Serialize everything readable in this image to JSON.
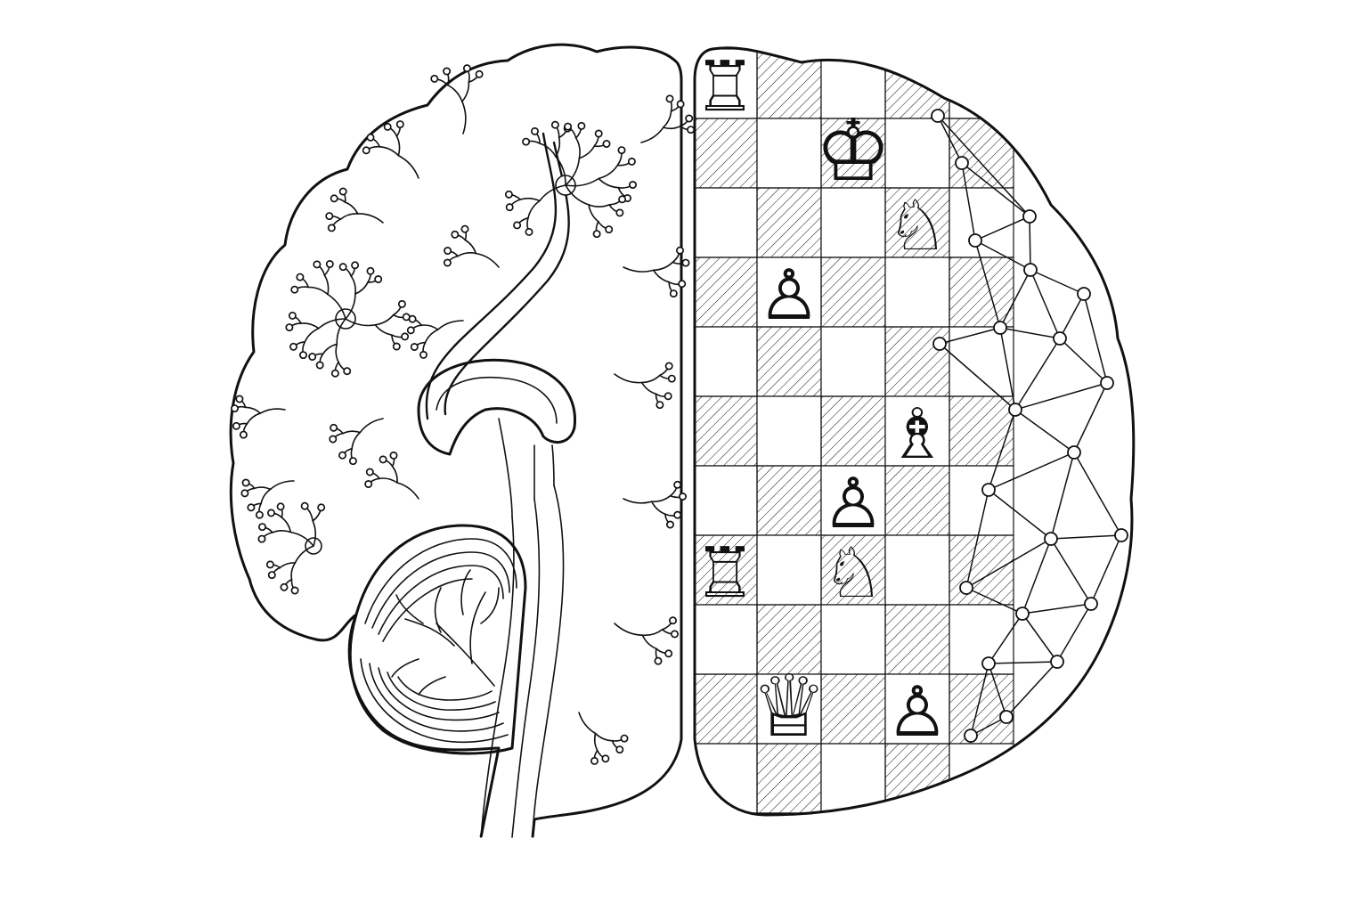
{
  "illustration": {
    "subject": "brain-chess-network",
    "colors": {
      "ink": "#111111",
      "paper": "#ffffff"
    },
    "board": {
      "pieces": [
        {
          "glyph": "♖",
          "name": "rook",
          "col": 0,
          "row": 0
        },
        {
          "glyph": "♔",
          "name": "king",
          "col": 2,
          "row": 1
        },
        {
          "glyph": "♘",
          "name": "knight",
          "col": 3,
          "row": 2
        },
        {
          "glyph": "♙",
          "name": "pawn",
          "col": 1,
          "row": 3
        },
        {
          "glyph": "♗",
          "name": "bishop",
          "col": 3,
          "row": 5
        },
        {
          "glyph": "♙",
          "name": "pawn",
          "col": 2,
          "row": 6
        },
        {
          "glyph": "♖",
          "name": "rook",
          "col": 0,
          "row": 7
        },
        {
          "glyph": "♘",
          "name": "knight",
          "col": 2,
          "row": 7
        },
        {
          "glyph": "♕",
          "name": "queen",
          "col": 1,
          "row": 9
        },
        {
          "glyph": "♙",
          "name": "pawn",
          "col": 3,
          "row": 9
        }
      ]
    }
  }
}
